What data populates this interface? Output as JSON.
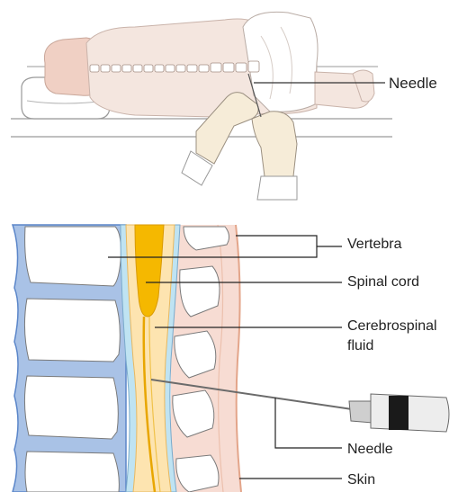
{
  "labels": {
    "needle_top": "Needle",
    "vertebra": "Vertebra",
    "spinal_cord": "Spinal cord",
    "csf": "Cerebrospinal fluid",
    "needle_bottom": "Needle",
    "skin": "Skin"
  },
  "colors": {
    "bone": "#ffffff",
    "bone_outline": "#7a7a7a",
    "disc": "#a9c2e6",
    "disc_outline": "#5b86c9",
    "spinal_cord": "#f5b800",
    "csf": "#fde4b0",
    "dura": "#bfe3f2",
    "skin": "#f7dcd3",
    "skin_line": "#e3a58a",
    "body_outline": "#c9b3aa",
    "body_fill": "#f4e6df",
    "glove": "#f6ecd8"
  }
}
